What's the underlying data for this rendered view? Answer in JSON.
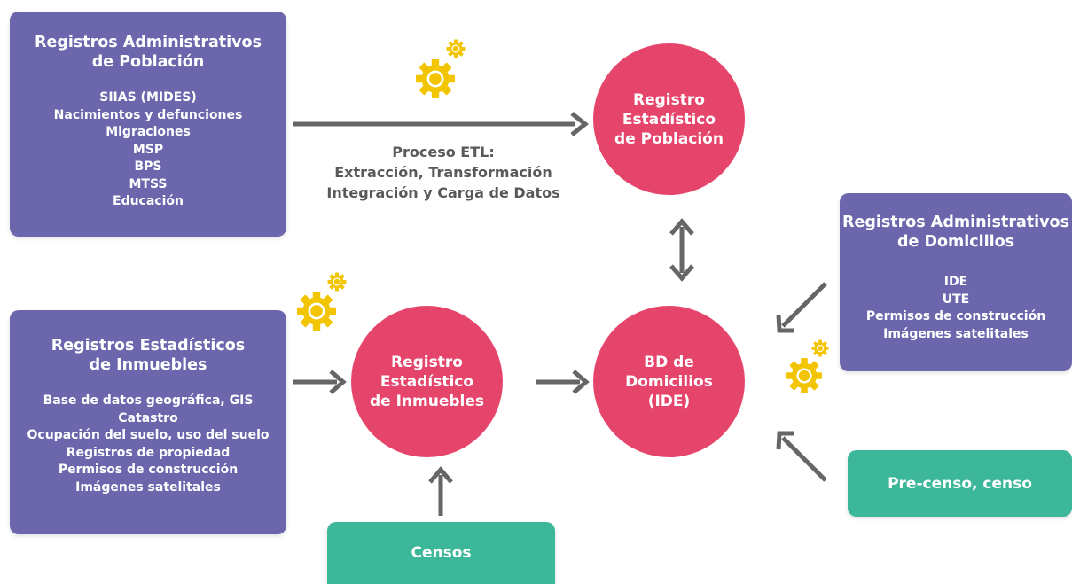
{
  "colors": {
    "box_purple": "#6c66ad",
    "box_teal": "#3db79a",
    "circle_pink": "#e6456b",
    "arrow_gray": "#666666",
    "gear_yellow": "#f2c500"
  },
  "admin_population": {
    "title": "Registros Administrativos\nde Población",
    "items": [
      "SIIAS (MIDES)",
      "Nacimientos y defunciones",
      "Migraciones",
      "MSP",
      "BPS",
      "MTSS",
      "Educación"
    ]
  },
  "etl_label": "Proceso ETL:\nExtracción, Transformación\nIntegración y Carga de Datos",
  "stat_property": {
    "title": "Registros Estadísticos\nde Inmuebles",
    "items": [
      "Base de datos geográfica, GIS",
      "Catastro",
      "Ocupación del suelo, uso del suelo",
      "Registros de propiedad",
      "Permisos de construcción",
      "Imágenes satelitales"
    ]
  },
  "admin_addresses": {
    "title": "Registros Administrativos\nde Domicilios",
    "items": [
      "IDE",
      "UTE",
      "Permisos de construcción",
      "Imágenes satelitales"
    ]
  },
  "circles": {
    "population": "Registro\nEstadístico\nde Población",
    "property": "Registro\nEstadístico\nde Inmuebles",
    "addresses": "BD de\nDomicilios\n(IDE)"
  },
  "censos_label": "Censos",
  "precenso_label": "Pre-censo, censo",
  "icons": [
    "gear-icon",
    "arrow-icon"
  ]
}
